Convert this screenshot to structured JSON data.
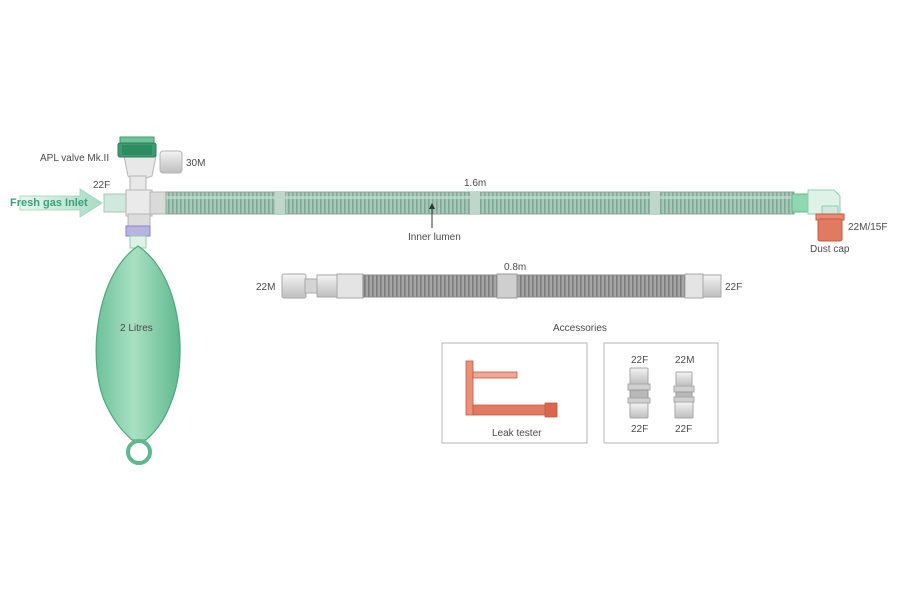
{
  "labels": {
    "apl_valve": "APL valve Mk.II",
    "port_30m": "30M",
    "port_22f_top": "22F",
    "fresh_gas": "Fresh gas Inlet",
    "length_main": "1.6m",
    "inner_lumen": "Inner lumen",
    "port_22m_15f": "22M/15F",
    "dust_cap": "Dust cap",
    "bag_volume": "2 Litres",
    "extension_left": "22M",
    "length_extension": "0.8m",
    "extension_right": "22F",
    "accessories": "Accessories",
    "leak_tester": "Leak tester",
    "adapter1_top": "22F",
    "adapter1_bottom": "22F",
    "adapter2_top": "22M",
    "adapter2_bottom": "22F"
  },
  "colors": {
    "green": "#4fb890",
    "bag_green": "#7fd0a8",
    "tube_grey": "#a6a6a6",
    "coral": "#e07a60",
    "label_grey": "#4a4a4a",
    "valve_green": "#2e8c62"
  }
}
